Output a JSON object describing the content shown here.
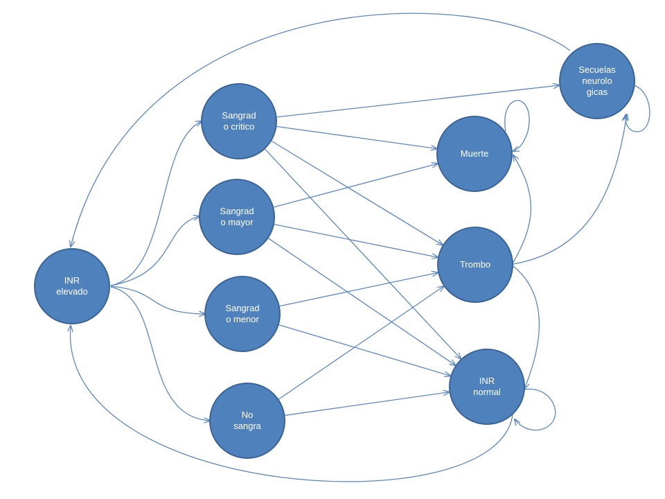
{
  "colors": {
    "node_fill": "#4f81bd",
    "node_stroke": "#3a6496",
    "edge": "#5b86c1",
    "label": "#ffffff",
    "background": "#ffffff"
  },
  "nodes": [
    {
      "id": "inr_elevado",
      "lines": [
        "INR",
        "elevado"
      ]
    },
    {
      "id": "sangrado_critico",
      "lines": [
        "Sangrad",
        "o critico"
      ]
    },
    {
      "id": "sangrado_mayor",
      "lines": [
        "Sangrad",
        "o mayor"
      ]
    },
    {
      "id": "sangrado_menor",
      "lines": [
        "Sangrad",
        "o menor"
      ]
    },
    {
      "id": "no_sangra",
      "lines": [
        "No",
        "sangra"
      ]
    },
    {
      "id": "muerte",
      "lines": [
        "Muerte"
      ]
    },
    {
      "id": "trombo",
      "lines": [
        "Trombo"
      ]
    },
    {
      "id": "inr_normal",
      "lines": [
        "INR",
        "normal"
      ]
    },
    {
      "id": "secuelas",
      "lines": [
        "Secuelas",
        "neurolo",
        "gicas"
      ]
    }
  ],
  "edges": [
    {
      "from": "inr_elevado",
      "to": "sangrado_critico"
    },
    {
      "from": "inr_elevado",
      "to": "sangrado_mayor"
    },
    {
      "from": "inr_elevado",
      "to": "sangrado_menor"
    },
    {
      "from": "inr_elevado",
      "to": "no_sangra"
    },
    {
      "from": "sangrado_critico",
      "to": "secuelas"
    },
    {
      "from": "sangrado_critico",
      "to": "muerte"
    },
    {
      "from": "sangrado_critico",
      "to": "trombo"
    },
    {
      "from": "sangrado_critico",
      "to": "inr_normal"
    },
    {
      "from": "sangrado_mayor",
      "to": "muerte"
    },
    {
      "from": "sangrado_mayor",
      "to": "trombo"
    },
    {
      "from": "sangrado_mayor",
      "to": "inr_normal"
    },
    {
      "from": "sangrado_menor",
      "to": "trombo"
    },
    {
      "from": "sangrado_menor",
      "to": "inr_normal"
    },
    {
      "from": "no_sangra",
      "to": "trombo"
    },
    {
      "from": "no_sangra",
      "to": "inr_normal"
    },
    {
      "from": "trombo",
      "to": "muerte"
    },
    {
      "from": "trombo",
      "to": "secuelas"
    },
    {
      "from": "trombo",
      "to": "inr_normal"
    },
    {
      "from": "secuelas",
      "to": "inr_elevado"
    },
    {
      "from": "inr_normal",
      "to": "inr_elevado"
    },
    {
      "from": "muerte",
      "to": "muerte"
    },
    {
      "from": "secuelas",
      "to": "secuelas"
    },
    {
      "from": "inr_normal",
      "to": "inr_normal"
    }
  ]
}
